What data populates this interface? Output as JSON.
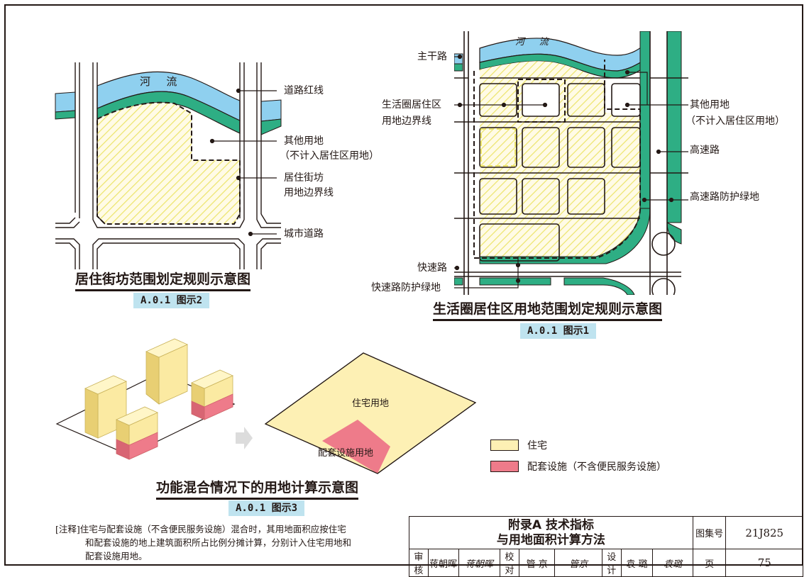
{
  "figure2": {
    "river_label_1": "河",
    "river_label_2": "流",
    "callouts": {
      "road_red_line": "道路红线",
      "other_land_1": "其他用地",
      "other_land_2": "（不计入居住区用地）",
      "block_boundary_1": "居住街坊",
      "block_boundary_2": "用地边界线",
      "city_road": "城市道路"
    },
    "title": "居住街坊范围划定规则示意图",
    "number": "A.0.1 图示2"
  },
  "figure1": {
    "river_label_1": "河",
    "river_label_2": "流",
    "callouts": {
      "arterial_road": "主干路",
      "boundary_1": "生活圈居住区",
      "boundary_2": "用地边界线",
      "other_land_1": "其他用地",
      "other_land_2": "（不计入居住区用地）",
      "highway": "高速路",
      "highway_green": "高速路防护绿地",
      "expressway": "快速路",
      "expressway_green": "快速路防护绿地"
    },
    "title": "生活圈居住区用地范围划定规则示意图",
    "number": "A.0.1 图示1"
  },
  "figure3": {
    "residential_land": "住宅用地",
    "facility_land": "配套设施用地",
    "title": "功能混合情况下的用地计算示意图",
    "number": "A.0.1 图示3"
  },
  "legend": {
    "items": [
      {
        "label": "住宅",
        "color": "#fdf0b4"
      },
      {
        "label": "配套设施（不含便民服务设施）",
        "color": "#ee7b8a"
      }
    ]
  },
  "note": {
    "tag": "[注释]",
    "line1": "住宅与配套设施（不含便民服务设施）混合时，其用地面积应按住宅",
    "line2": "和配套设施的地上建筑面积所占比例分摊计算，分别计入住宅用地和",
    "line3": "配套设施用地。"
  },
  "title_block": {
    "title_line1": "附录A  技术指标",
    "title_line2": "与用地面积计算方法",
    "atlas_label": "图集号",
    "atlas_number": "21J825",
    "page_label": "页",
    "page_number": "75",
    "review_label": "审核",
    "review_name": "蒋朝晖",
    "review_sign": "蒋朝晖",
    "check_label": "校对",
    "check_name": "管 京",
    "check_sign": "管京",
    "design_label": "设计",
    "design_name": "袁 璐",
    "design_sign": "袁璐"
  },
  "colors": {
    "river": "#8fd0ef",
    "green": "#2eae84",
    "residential": "#fdf0b4",
    "hatch": "#ece46a",
    "facility": "#ee7b8a",
    "number_bg": "#bfe3ef"
  }
}
